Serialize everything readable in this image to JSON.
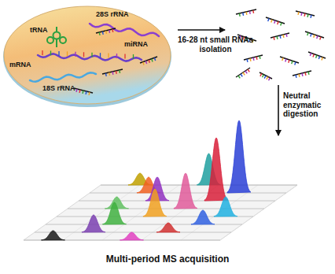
{
  "diagram": {
    "nodes": [
      {
        "text": [
          "28S rRNA",
          "tRNA",
          "mRNA",
          "miRNA",
          "18S rRNA"
        ]
      }
    ],
    "labels": [
      "16-28 nt small RNAs isolation",
      "Neutral enzymatic digestion",
      "Multi-period MS acquisition"
    ]
  }
}
